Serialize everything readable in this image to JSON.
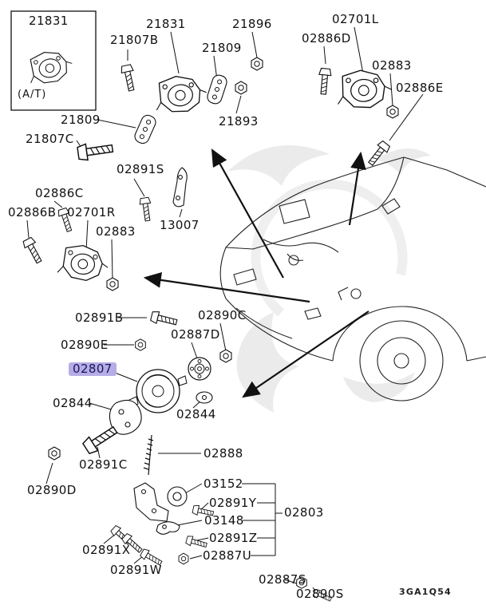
{
  "diagram": {
    "code": "3GA1Q54",
    "highlighted_part": "02807",
    "highlight_color": "#b6ace6",
    "description": "engine mounting parts exploded diagram with vehicle front sketch"
  },
  "labels": [
    {
      "text": "21831"
    },
    {
      "text": "(A/T)"
    },
    {
      "text": "21807B"
    },
    {
      "text": "21831"
    },
    {
      "text": "21809"
    },
    {
      "text": "21896"
    },
    {
      "text": "02701L"
    },
    {
      "text": "02886D"
    },
    {
      "text": "02883"
    },
    {
      "text": "02886E"
    },
    {
      "text": "21809"
    },
    {
      "text": "21807C"
    },
    {
      "text": "21893"
    },
    {
      "text": "02891S"
    },
    {
      "text": "02886C"
    },
    {
      "text": "02886B"
    },
    {
      "text": "02701R"
    },
    {
      "text": "02883"
    },
    {
      "text": "13007"
    },
    {
      "text": "02891B"
    },
    {
      "text": "02890C"
    },
    {
      "text": "02890E"
    },
    {
      "text": "02887D"
    },
    {
      "text": "02807"
    },
    {
      "text": "02844"
    },
    {
      "text": "02844"
    },
    {
      "text": "02888"
    },
    {
      "text": "02891C"
    },
    {
      "text": "02890D"
    },
    {
      "text": "03152"
    },
    {
      "text": "02891Y"
    },
    {
      "text": "03148"
    },
    {
      "text": "02803"
    },
    {
      "text": "02891X"
    },
    {
      "text": "02891Z"
    },
    {
      "text": "02891W"
    },
    {
      "text": "02887U"
    },
    {
      "text": "02887S"
    },
    {
      "text": "02890S"
    },
    {
      "text": "3GA1Q54"
    }
  ]
}
